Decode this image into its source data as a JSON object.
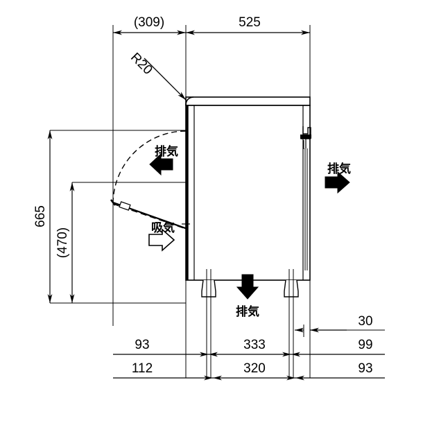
{
  "drawing": {
    "title": "refrigerator-side-elevation-dimension-drawing",
    "units": "mm",
    "line_color": "#000000",
    "background": "#ffffff"
  },
  "dimensions": {
    "top": [
      {
        "name": "door-swing-depth",
        "label": "(309)"
      },
      {
        "name": "cabinet-depth",
        "label": "525"
      }
    ],
    "left": [
      {
        "name": "overall-height",
        "label": "665"
      },
      {
        "name": "body-height",
        "label": "(470)"
      }
    ],
    "right": [
      {
        "name": "rear-offset-30",
        "label": "30"
      },
      {
        "name": "rear-offset-99",
        "label": "99"
      },
      {
        "name": "rear-offset-93",
        "label": "93"
      }
    ],
    "bottom_row_1": [
      {
        "name": "front-leg-offset",
        "label": "93"
      },
      {
        "name": "leg-pitch-upper",
        "label": "333"
      }
    ],
    "bottom_row_2": [
      {
        "name": "front-edge-offset",
        "label": "112"
      },
      {
        "name": "leg-pitch-lower",
        "label": "320"
      }
    ],
    "radius": {
      "name": "corner-radius",
      "label": "R20"
    }
  },
  "airflow": {
    "exhaust_left": {
      "label": "排気",
      "arrow": "arrow-left-solid"
    },
    "intake_front": {
      "label": "吸気",
      "arrow": "arrow-right-outline"
    },
    "exhaust_right": {
      "label": "排気",
      "arrow": "arrow-right-solid"
    },
    "exhaust_bottom": {
      "label": "排気",
      "arrow": "arrow-down-solid"
    }
  }
}
